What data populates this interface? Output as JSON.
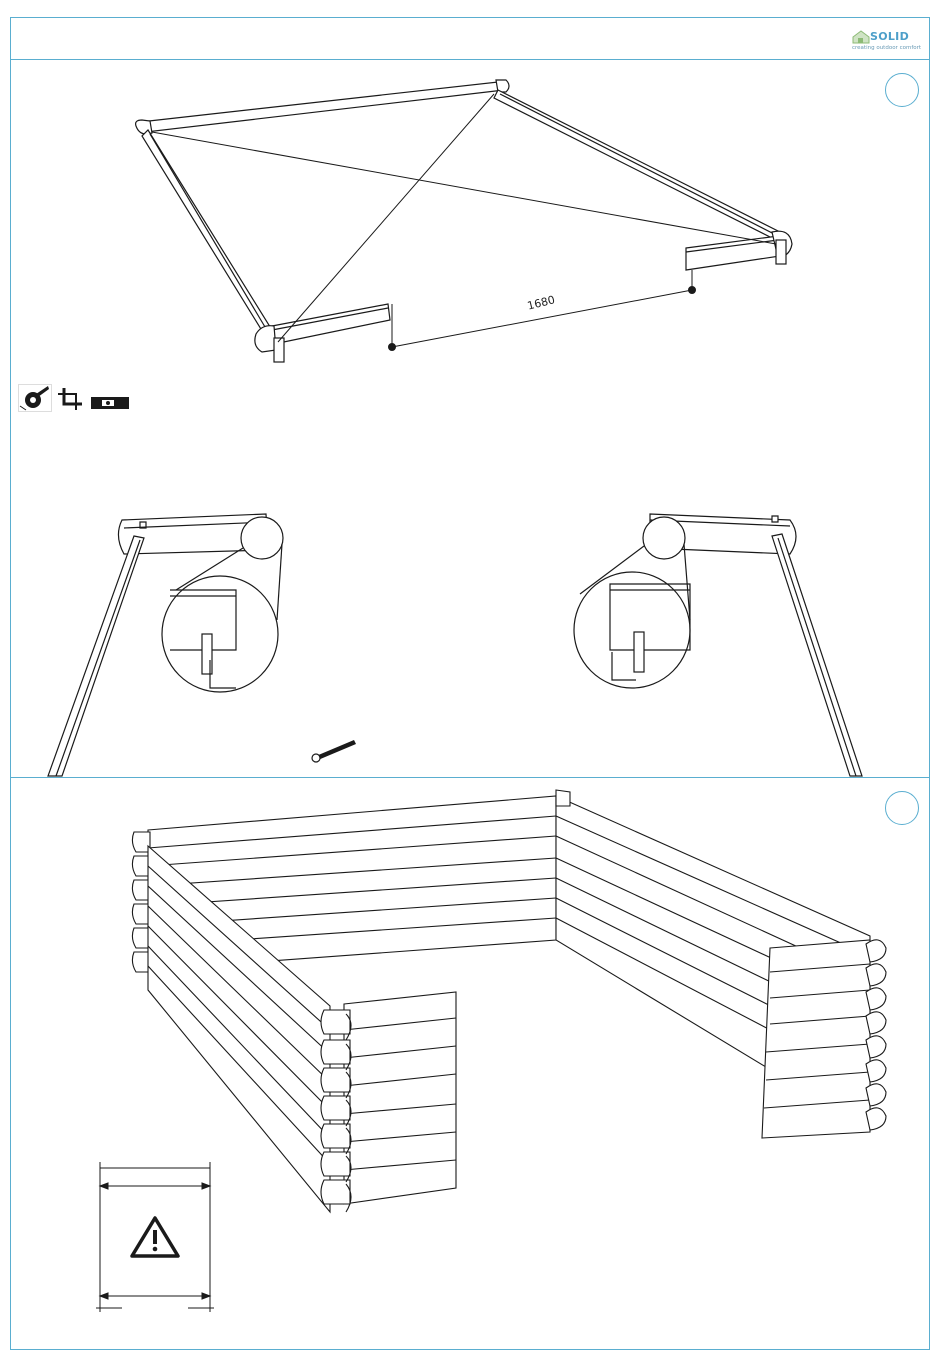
{
  "header": {
    "brand_name": "SOLID",
    "brand_tagline": "creating outdoor comfort"
  },
  "step1": {
    "diagonal_measurement": "1680",
    "tools": [
      "tape-measure-icon",
      "carpenter-square-icon",
      "spirit-level-icon"
    ]
  },
  "step2": {
    "fastener": "screw-icon"
  },
  "step3": {
    "warning": "warning-triangle-icon"
  },
  "colors": {
    "frame_accent": "#5aaed0",
    "line_art": "#1a1a1a"
  }
}
